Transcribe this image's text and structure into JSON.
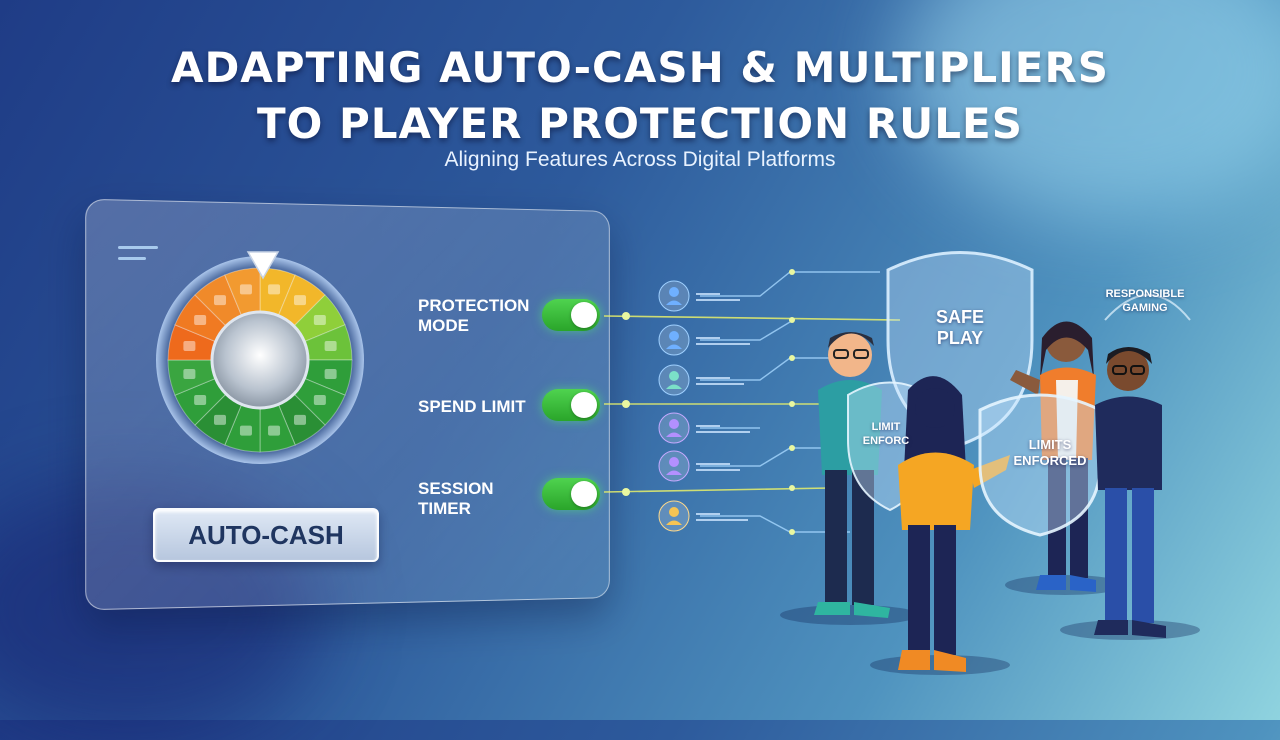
{
  "header": {
    "title_line1": "ADAPTING AUTO-CASH & MULTIPLIERS",
    "title_line2": "TO PLAYER PROTECTION RULES",
    "subtitle": "Aligning Features Across Digital Platforms"
  },
  "panel": {
    "button_label": "AUTO-CASH",
    "controls": [
      {
        "line1": "PROTECTION",
        "line2": "MODE",
        "on": true
      },
      {
        "line1": "SPEND LIMIT",
        "line2": "",
        "on": true
      },
      {
        "line1": "SESSION",
        "line2": "TIMER",
        "on": true
      }
    ]
  },
  "shields": {
    "safe_line1": "SAFE",
    "safe_line2": "PLAY",
    "limits_line1": "LIMITS",
    "limits_line2": "ENFORCED",
    "limits_small_line1": "LIMIT",
    "limits_small_line2": "ENFORC",
    "responsible_line1": "RESPONSIBLE",
    "responsible_line2": "GAMING"
  },
  "colors": {
    "toggle_on": "#3cc43c",
    "wheel_orange": "#f07a22",
    "wheel_yellow": "#f2b72a",
    "wheel_green": "#2f9e3a",
    "accent_line": "#e8f06a"
  },
  "icons": [
    "user-icon",
    "toggle-icon",
    "shield-icon",
    "pointer-icon"
  ]
}
